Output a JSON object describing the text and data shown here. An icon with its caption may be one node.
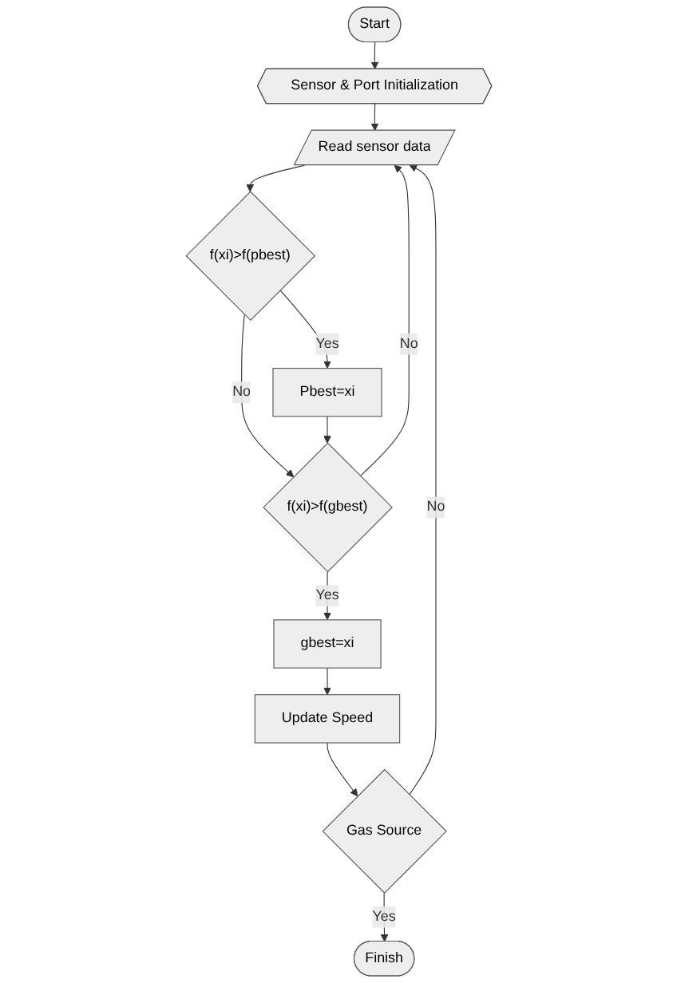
{
  "diagram": {
    "nodes": [
      {
        "text": [
          "Start"
        ]
      },
      {
        "text": [
          "Sensor & Port Initialization"
        ]
      },
      {
        "text": [
          "Read sensor data"
        ]
      },
      {
        "text": [
          "f(xi)>f(pbest)"
        ]
      },
      {
        "text": [
          "Pbest=xi"
        ]
      },
      {
        "text": [
          "f(xi)>f(gbest)"
        ]
      },
      {
        "text": [
          "gbest=xi"
        ]
      },
      {
        "text": [
          "Update Speed"
        ]
      },
      {
        "text": [
          "Gas Source"
        ]
      },
      {
        "text": [
          "Finish"
        ]
      }
    ],
    "edges": [
      {
        "from": 0,
        "to": 1,
        "arrow": "to"
      },
      {
        "from": 1,
        "to": 2,
        "arrow": "to"
      },
      {
        "from": 2,
        "to": 3,
        "arrow": "to"
      },
      {
        "from": 3,
        "to": 4,
        "arrow": "to",
        "label": "Yes"
      },
      {
        "from": 3,
        "to": 5,
        "arrow": "to",
        "label": "No"
      },
      {
        "from": 4,
        "to": 5,
        "arrow": "to"
      },
      {
        "from": 5,
        "to": 6,
        "arrow": "to",
        "label": "Yes"
      },
      {
        "from": 5,
        "to": 2,
        "arrow": "to",
        "label": "No"
      },
      {
        "from": 6,
        "to": 7,
        "arrow": "to"
      },
      {
        "from": 7,
        "to": 8,
        "arrow": "to"
      },
      {
        "from": 8,
        "to": 2,
        "arrow": "to",
        "label": "No"
      },
      {
        "from": 8,
        "to": 9,
        "arrow": "to",
        "label": "Yes"
      }
    ]
  }
}
